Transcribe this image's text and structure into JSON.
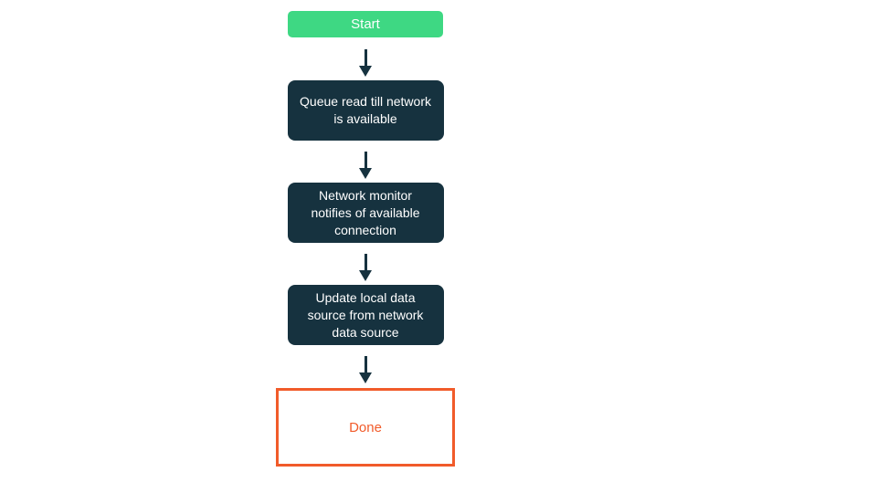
{
  "diagram": {
    "type": "flowchart",
    "direction": "top-down",
    "nodes": [
      {
        "id": "start",
        "type": "start",
        "label": "Start"
      },
      {
        "id": "queue-read",
        "type": "process",
        "label": "Queue read till network is available"
      },
      {
        "id": "network-monitor",
        "type": "process",
        "label": "Network monitor notifies of available connection"
      },
      {
        "id": "update-local-data",
        "type": "process",
        "label": "Update local data source from network data source"
      },
      {
        "id": "done",
        "type": "end",
        "label": "Done"
      }
    ],
    "edges": [
      {
        "from": "start",
        "to": "queue-read"
      },
      {
        "from": "queue-read",
        "to": "network-monitor"
      },
      {
        "from": "network-monitor",
        "to": "update-local-data"
      },
      {
        "from": "update-local-data",
        "to": "done"
      }
    ],
    "colors": {
      "start_fill": "#3ED883",
      "start_text": "#FFFFFF",
      "process_fill": "#16323F",
      "process_text": "#FFFFFF",
      "end_border": "#F15B2A",
      "end_text": "#F15B2A",
      "end_fill": "#FFFFFF",
      "arrow": "#16323F",
      "background": "#FFFFFF"
    }
  }
}
